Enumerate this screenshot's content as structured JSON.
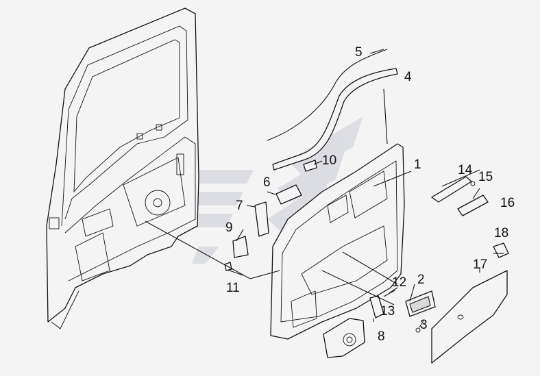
{
  "callouts": [
    {
      "id": "c1",
      "label": "1"
    },
    {
      "id": "c2",
      "label": "2"
    },
    {
      "id": "c3",
      "label": "3"
    },
    {
      "id": "c4",
      "label": "4"
    },
    {
      "id": "c5",
      "label": "5"
    },
    {
      "id": "c6",
      "label": "6"
    },
    {
      "id": "c7",
      "label": "7"
    },
    {
      "id": "c8",
      "label": "8"
    },
    {
      "id": "c9",
      "label": "9"
    },
    {
      "id": "c10",
      "label": "10"
    },
    {
      "id": "c11",
      "label": "11"
    },
    {
      "id": "c12",
      "label": "12"
    },
    {
      "id": "c13",
      "label": "13"
    },
    {
      "id": "c14",
      "label": "14"
    },
    {
      "id": "c15",
      "label": "15"
    },
    {
      "id": "c16",
      "label": "16"
    },
    {
      "id": "c17",
      "label": "17"
    },
    {
      "id": "c18",
      "label": "18"
    }
  ],
  "colors": {
    "ink": "#111111",
    "paper": "#f4f4f4",
    "watermark": "#c9ccd6"
  }
}
